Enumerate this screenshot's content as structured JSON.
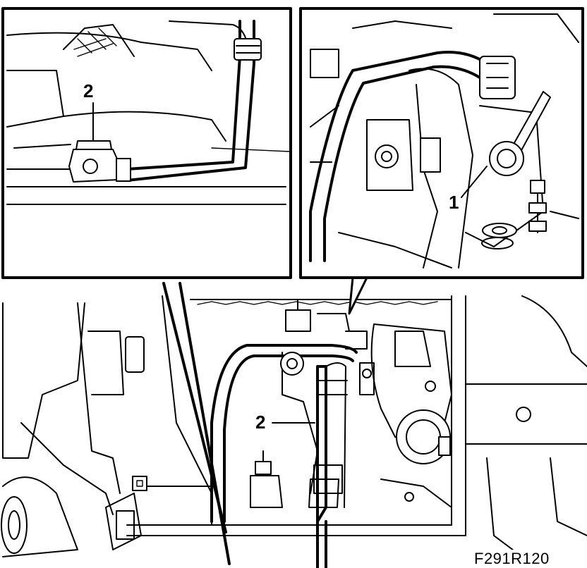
{
  "callouts": {
    "left_inset_label": "2",
    "right_inset_label": "1",
    "main_label": "2"
  },
  "figure_code": "F291R120"
}
